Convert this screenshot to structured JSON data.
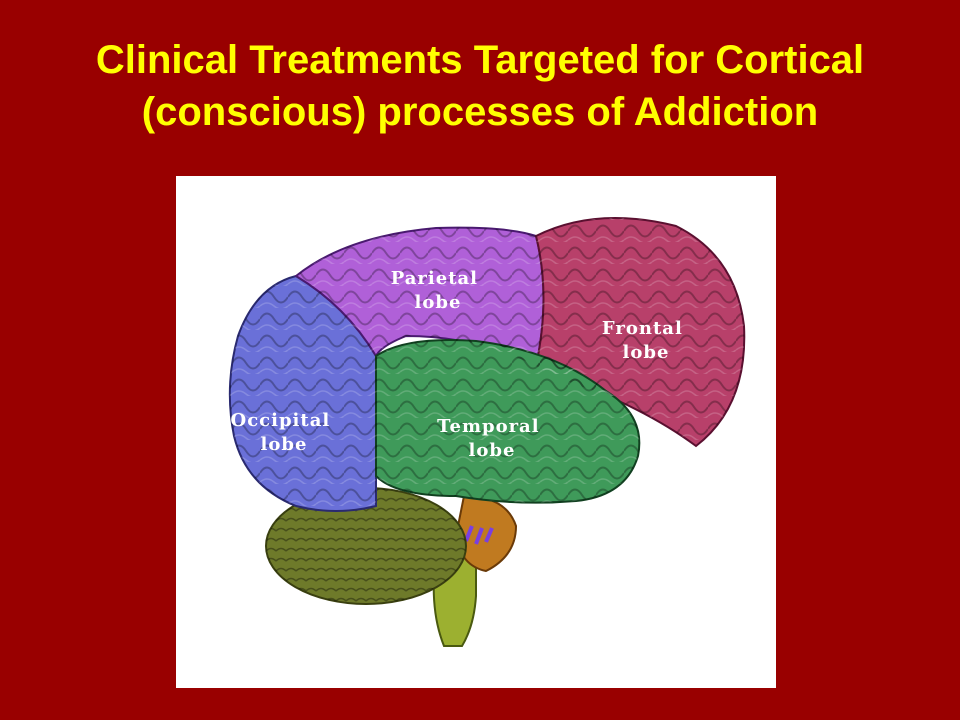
{
  "title": {
    "line1": "Clinical Treatments Targeted for Cortical",
    "line2": "(conscious) processes of Addiction"
  },
  "colors": {
    "background": "#990000",
    "title": "#ffff00",
    "frontal": "#b8406a",
    "parietal": "#b060d8",
    "occipital": "#6a70d8",
    "temporal": "#3f9a5a",
    "cerebellum": "#6e7a2a",
    "brainstem": "#9cb030"
  },
  "lobes": {
    "parietal": {
      "line1": "Parietal",
      "line2": "lobe"
    },
    "frontal": {
      "line1": "Frontal",
      "line2": "lobe"
    },
    "occipital": {
      "line1": "Occipital",
      "line2": "lobe"
    },
    "temporal": {
      "line1": "Temporal",
      "line2": "lobe"
    }
  }
}
